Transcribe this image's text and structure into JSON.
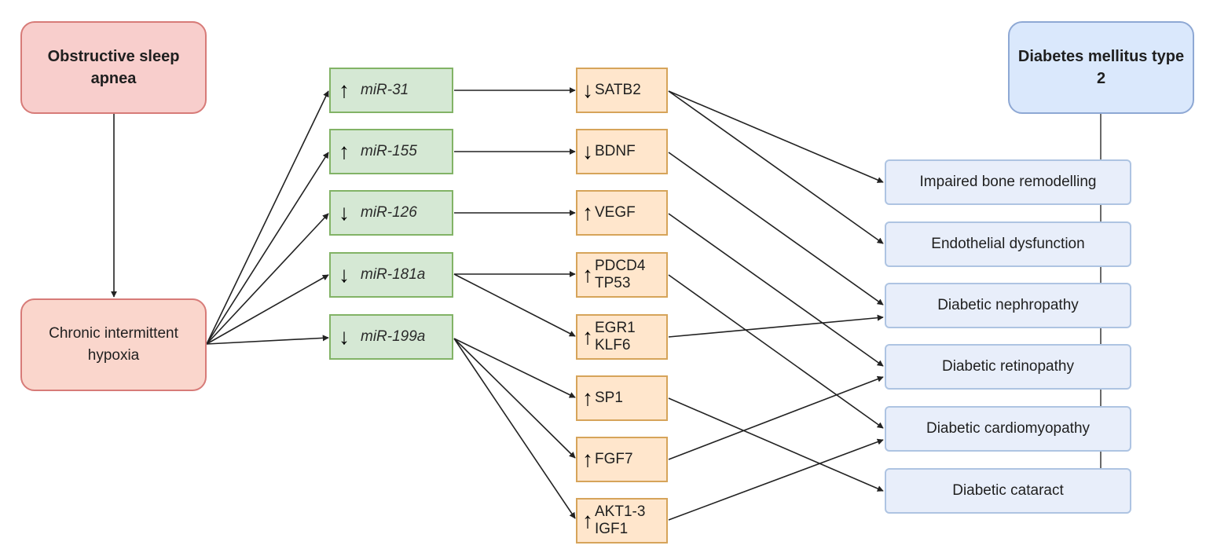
{
  "sources": {
    "osa": "Obstructive sleep apnea",
    "hypoxia": "Chronic intermittent hypoxia",
    "dm": "Diabetes mellitus type 2"
  },
  "mirnas": [
    {
      "label": "miR-31",
      "direction": "up"
    },
    {
      "label": "miR-155",
      "direction": "up"
    },
    {
      "label": "miR-126",
      "direction": "down"
    },
    {
      "label": "miR-181a",
      "direction": "down"
    },
    {
      "label": "miR-199a",
      "direction": "down"
    }
  ],
  "genes": [
    {
      "label": "SATB2",
      "direction": "down"
    },
    {
      "label": "BDNF",
      "direction": "down"
    },
    {
      "label": "VEGF",
      "direction": "up"
    },
    {
      "label": "PDCD4",
      "label2": "TP53",
      "direction": "up"
    },
    {
      "label": "EGR1",
      "label2": "KLF6",
      "direction": "up"
    },
    {
      "label": "SP1",
      "direction": "up"
    },
    {
      "label": "FGF7",
      "direction": "up"
    },
    {
      "label": "AKT1-3",
      "label2": "IGF1",
      "direction": "up"
    }
  ],
  "complications": [
    "Impaired bone remodelling",
    "Endothelial dysfunction",
    "Diabetic nephropathy",
    "Diabetic retinopathy",
    "Diabetic cardiomyopathy",
    "Diabetic cataract"
  ],
  "glyphs": {
    "up": "↑",
    "down": "↓"
  },
  "colors": {
    "osa_fill": "#f8cecc",
    "mirna_fill": "#d5e8d4",
    "gene_fill": "#ffe6cc",
    "complication_fill": "#e8eefa",
    "dm_fill": "#dae8fc"
  }
}
